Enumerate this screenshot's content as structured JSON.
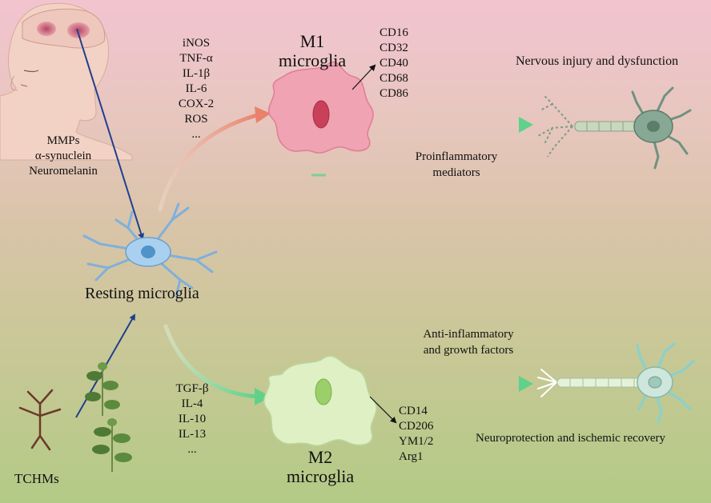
{
  "brain_triggers": [
    "MMPs",
    "α-synuclein",
    "Neuromelanin"
  ],
  "m1": {
    "title_line1": "M1",
    "title_line2": "microglia",
    "inducers": [
      "iNOS",
      "TNF-α",
      "IL-1β",
      "IL-6",
      "COX-2",
      "ROS",
      "..."
    ],
    "markers": [
      "CD16",
      "CD32",
      "CD40",
      "CD68",
      "CD86"
    ],
    "mediator_line1": "Proinflammatory",
    "mediator_line2": "mediators",
    "outcome": "Nervous injury and dysfunction"
  },
  "resting": {
    "label": "Resting microglia"
  },
  "m2": {
    "title_line1": "M2",
    "title_line2": "microglia",
    "inducers": [
      "TGF-β",
      "IL-4",
      "IL-10",
      "IL-13",
      "..."
    ],
    "markers": [
      "CD14",
      "CD206",
      "YM1/2",
      "Arg1"
    ],
    "mediator_line1": "Anti-inflammatory",
    "mediator_line2": "and growth factors",
    "outcome": "Neuroprotection and ischemic recovery"
  },
  "tchm": {
    "label": "TCHMs"
  },
  "colors": {
    "m1_cell": "#f0a3b2",
    "m1_nucleus": "#c9405a",
    "m2_cell": "#dff0c4",
    "m2_nucleus": "#9ccf6a",
    "resting_cell": "#a9d0ef",
    "neuron_body": "#86a894",
    "arrow_blue": "#1f3f8f",
    "arrow_green": "#5fd18a"
  }
}
